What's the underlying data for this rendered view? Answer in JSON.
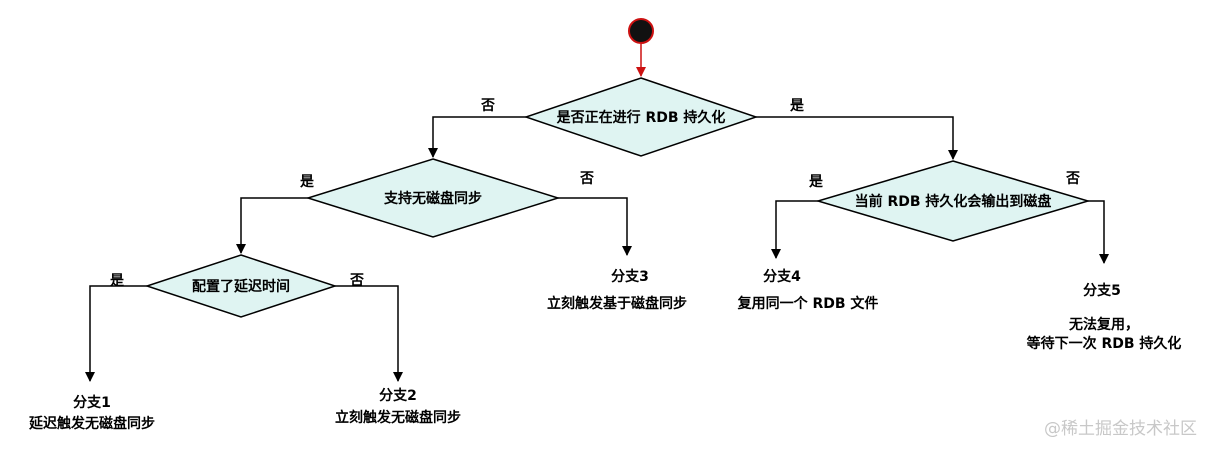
{
  "colors": {
    "diamond_fill": "#dff4f2",
    "stroke": "#000000",
    "start_node": "#111111",
    "start_ring": "#cc1111",
    "start_arrow": "#cc1111",
    "watermark": "#c8c8c8"
  },
  "decisions": {
    "d1": "是否正在进行 RDB 持久化",
    "d2": "支持无磁盘同步",
    "d3": "配置了延迟时间",
    "d4": "当前 RDB 持久化会输出到磁盘"
  },
  "edges": {
    "d1_no": "否",
    "d1_yes": "是",
    "d2_yes": "是",
    "d2_no": "否",
    "d3_yes": "是",
    "d3_no": "否",
    "d4_yes": "是",
    "d4_no": "否"
  },
  "branches": {
    "b1": {
      "title": "分支1",
      "desc": "延迟触发无磁盘同步"
    },
    "b2": {
      "title": "分支2",
      "desc": "立刻触发无磁盘同步"
    },
    "b3": {
      "title": "分支3",
      "desc": "立刻触发基于磁盘同步"
    },
    "b4": {
      "title": "分支4",
      "desc": "复用同一个 RDB 文件"
    },
    "b5": {
      "title": "分支5",
      "desc_line1": "无法复用，",
      "desc_line2": "等待下一次 RDB 持久化"
    }
  },
  "watermark": "@稀土掘金技术社区"
}
